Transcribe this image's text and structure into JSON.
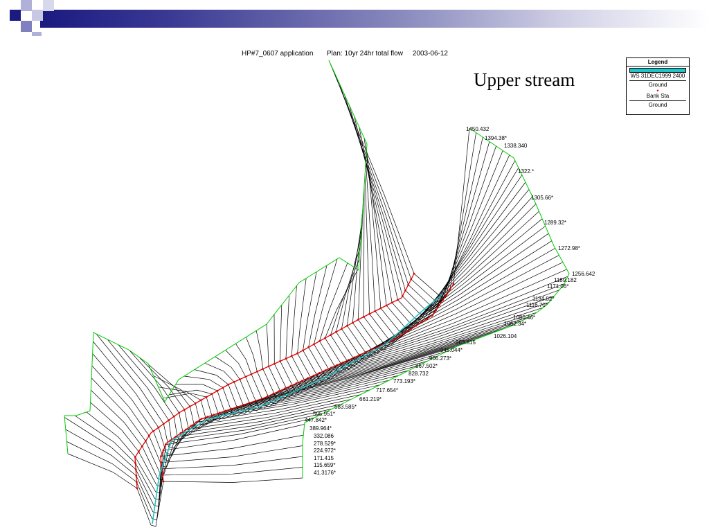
{
  "header": {
    "project": "HP#7_0607 application",
    "plan": "Plan: 10yr 24hr total flow",
    "date": "2003-06-12"
  },
  "slide_title": "Upper stream",
  "legend": {
    "title": "Legend",
    "ws_label": "WS 31DEC1999 2400",
    "ground_label_1": "Ground",
    "bank_label": "Bank Sta",
    "ground_label_2": "Ground",
    "colors": {
      "water_surface": "#22c3c8",
      "bank_station": "#e00000",
      "ground": "#00cc00",
      "section": "#000000"
    }
  },
  "stations": [
    "1450.432",
    "1394.38*",
    "1338.340",
    "1322.*",
    "1305.66*",
    "1289.32*",
    "1272.98*",
    "1256.642",
    "1189.182",
    "1171.06*",
    "1134.82*",
    "1116.70*",
    "1080.46*",
    "1062.34*",
    "1026.104",
    "983.815",
    "945.044*",
    "906.273*",
    "867.502*",
    "828.732",
    "773.193*",
    "717.654*",
    "661.219*",
    "583.585*",
    "505.951*",
    "447.842*",
    "389.964*",
    "332.086",
    "278.529*",
    "224.972*",
    "171.415",
    "115.659*",
    "41.3176*"
  ]
}
